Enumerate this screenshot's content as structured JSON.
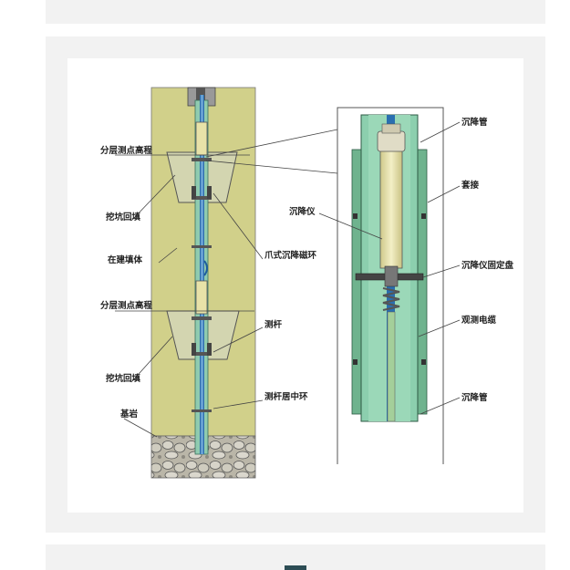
{
  "labels": {
    "layer_elev_1": "分层测点高程",
    "backfill_1": "挖坑回填",
    "fill_body": "在建填体",
    "layer_elev_2": "分层测点高程",
    "backfill_2": "挖坑回填",
    "bedrock": "基岩",
    "claw_ring": "爪式沉降磁环",
    "rod": "测杆",
    "rod_centering": "测杆居中环",
    "settle_tube_top": "沉降管",
    "coupler": "套接",
    "settle_meter": "沉降仪",
    "meter_fix_plate": "沉降仪固定盘",
    "measure_cable": "观测电缆",
    "settle_tube_bottom": "沉降管"
  },
  "colors": {
    "fill_body": "#d1d08a",
    "backfill": "#d3d5b0",
    "bedrock": "#b4b0a2",
    "tube_green": "#7fc29e",
    "tube_blue": "#2a6fb0",
    "meter_body": "#e8e2a8",
    "steel": "#555555"
  }
}
